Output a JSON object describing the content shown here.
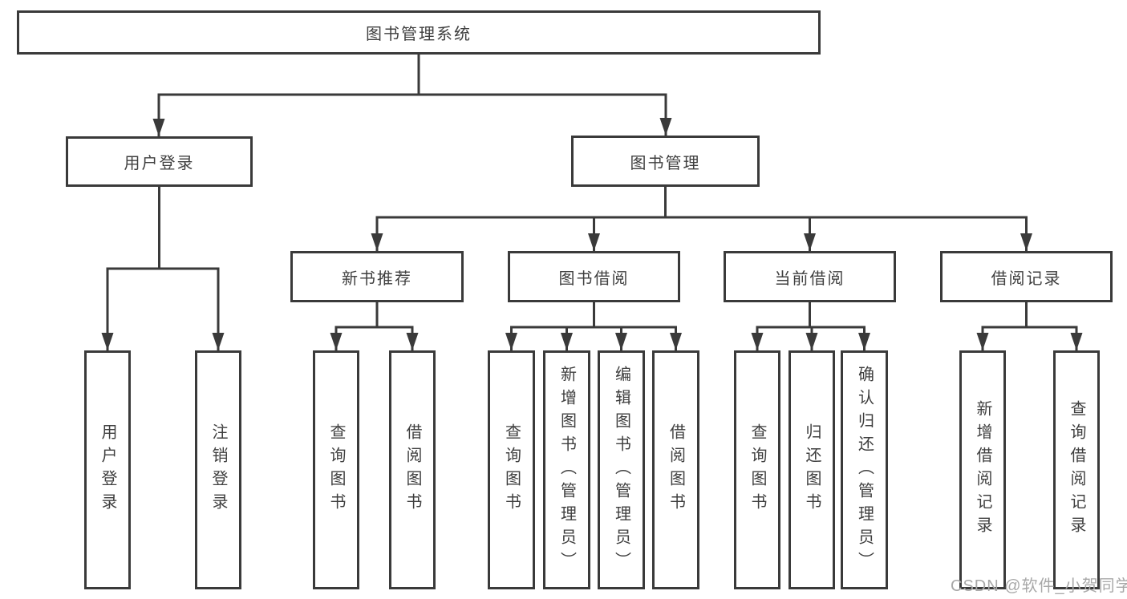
{
  "diagram": {
    "root": {
      "label": "图书管理系统"
    },
    "branches": [
      {
        "label": "用户登录",
        "children": [
          {
            "label": "用户登录"
          },
          {
            "label": "注销登录"
          }
        ]
      },
      {
        "label": "图书管理",
        "children": [
          {
            "label": "新书推荐",
            "children": [
              {
                "label": "查询图书"
              },
              {
                "label": "借阅图书"
              }
            ]
          },
          {
            "label": "图书借阅",
            "children": [
              {
                "label": "查询图书"
              },
              {
                "label": "新增图书（管理员）"
              },
              {
                "label": "编辑图书（管理员）"
              },
              {
                "label": "借阅图书"
              }
            ]
          },
          {
            "label": "当前借阅",
            "children": [
              {
                "label": "查询图书"
              },
              {
                "label": "归还图书"
              },
              {
                "label": "确认归还（管理员）"
              }
            ]
          },
          {
            "label": "借阅记录",
            "children": [
              {
                "label": "新增借阅记录"
              },
              {
                "label": "查询借阅记录"
              }
            ]
          }
        ]
      }
    ]
  },
  "watermark": {
    "text": "CSDN @软件_小贺同学"
  },
  "colors": {
    "line": "#3a3a3a",
    "text": "#3f3f3f",
    "background": "#ffffff",
    "box_fill": "#ffffff",
    "watermark": "#a8a8a8"
  }
}
